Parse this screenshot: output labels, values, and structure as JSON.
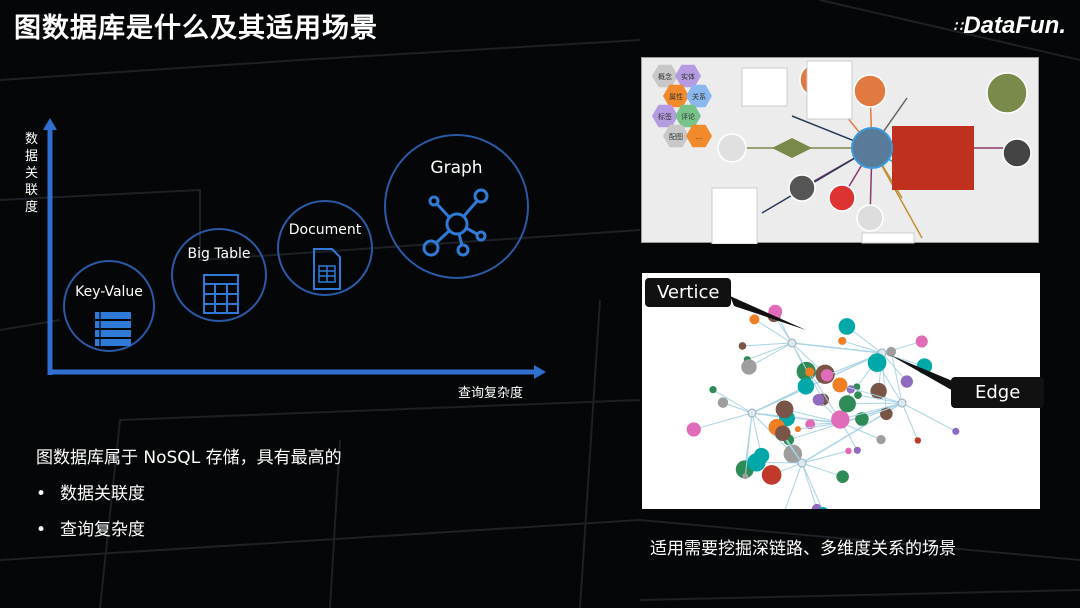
{
  "title": "图数据库是什么及其适用场景",
  "logo": {
    "text": "DataFun."
  },
  "diagram": {
    "y_axis_label": "数据关联度",
    "x_axis_label": "查询复杂度",
    "bubbles": [
      {
        "label": "Key-Value",
        "icon": "list-icon"
      },
      {
        "label": "Big Table",
        "icon": "table-icon"
      },
      {
        "label": "Document",
        "icon": "document-icon"
      },
      {
        "label": "Graph",
        "icon": "graph-icon"
      }
    ],
    "accent": "#2f7ad6"
  },
  "description": {
    "intro": "图数据库属于 NoSQL 存储，具有最高的",
    "bullets": [
      "数据关联度",
      "查询复杂度"
    ]
  },
  "knowledge_graph_image": {
    "hexagons": [
      "概念",
      "实体",
      "属性",
      "关系",
      "标签",
      "评论",
      "配图",
      "..."
    ]
  },
  "graph_image": {
    "vertex_callout": "Vertice",
    "edge_callout": "Edge"
  },
  "caption": "适用需要挖掘深链路、多维度关系的场景"
}
